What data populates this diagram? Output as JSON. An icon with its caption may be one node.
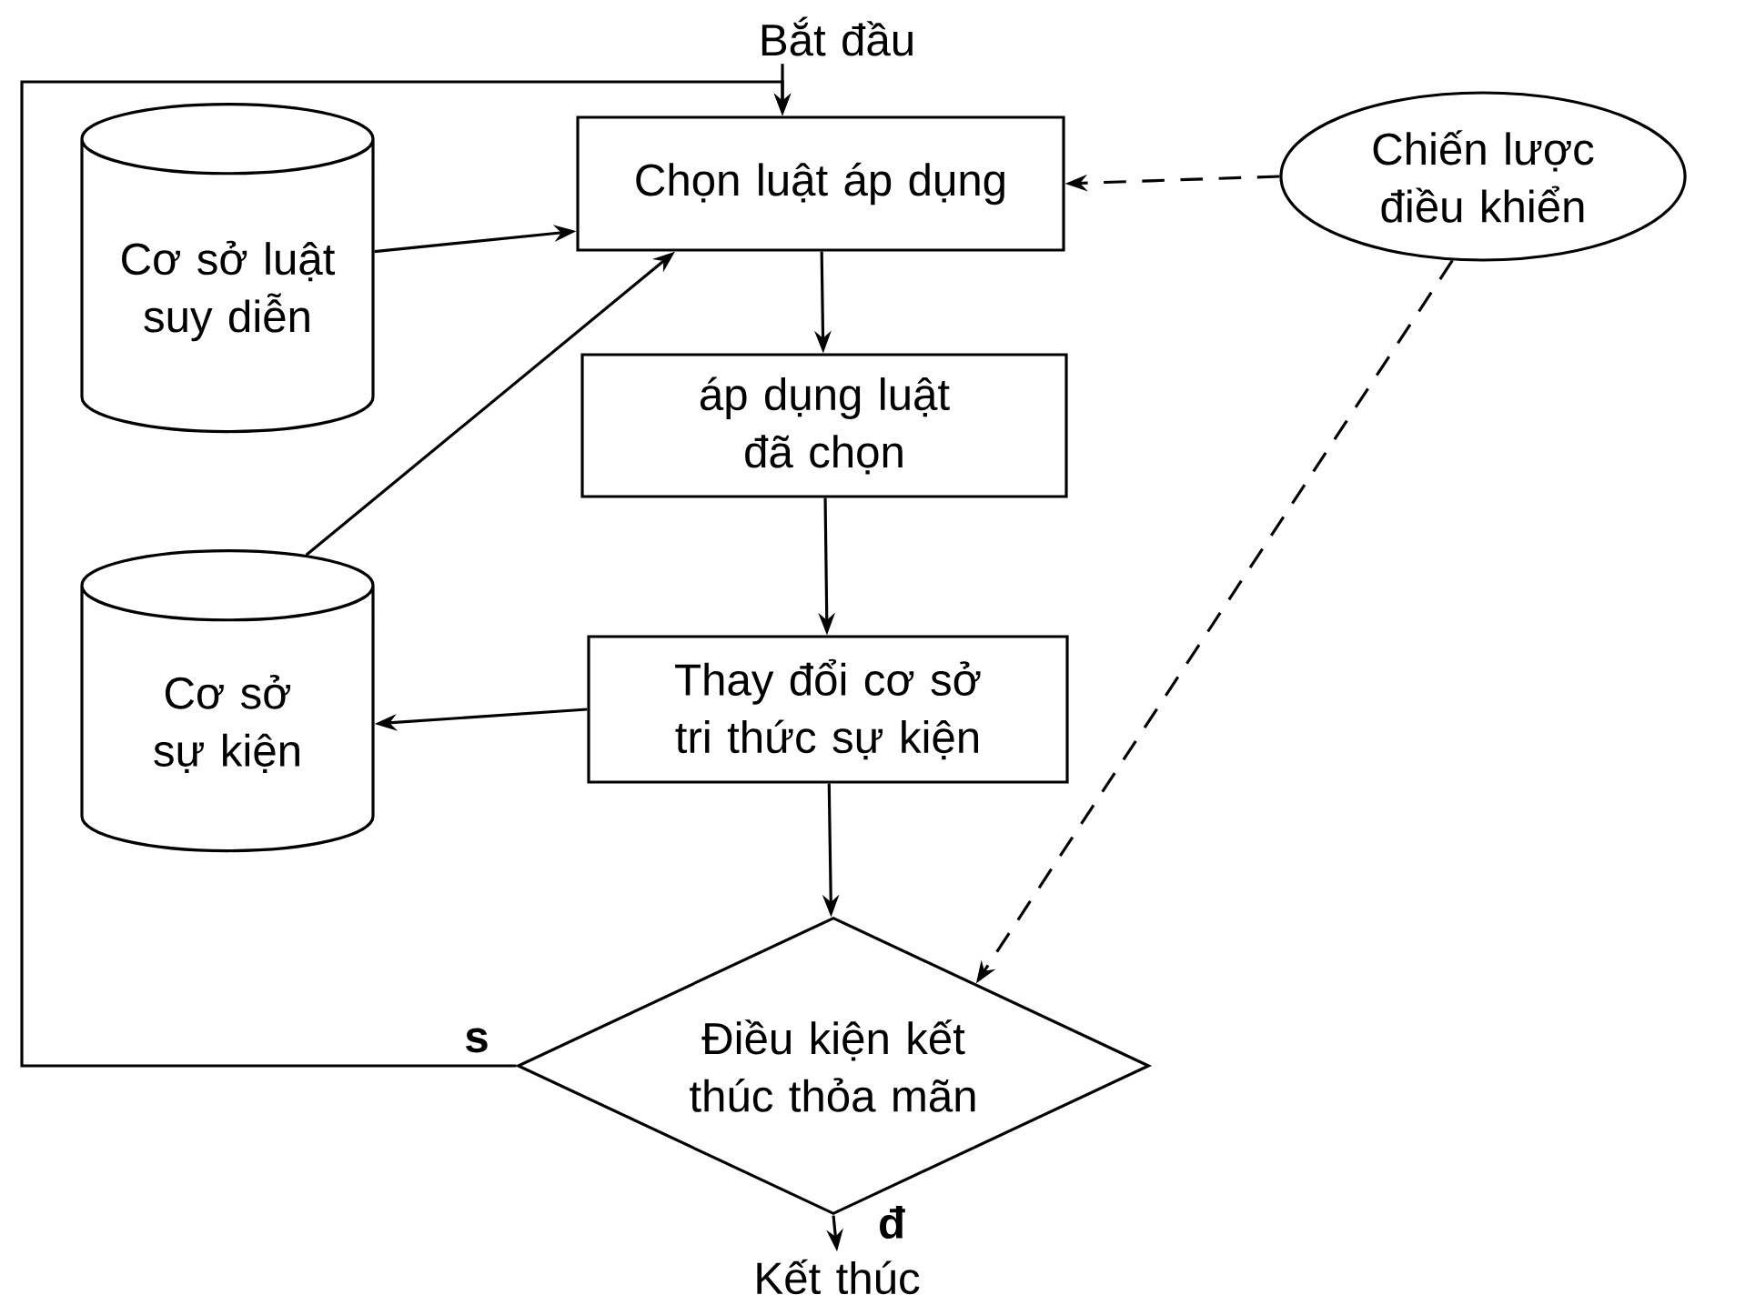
{
  "diagram": {
    "nodes": [
      {
        "text": [
          "Bắt đầu"
        ]
      },
      {
        "text": [
          "Chọn luật áp dụng"
        ]
      },
      {
        "text": [
          "Chiến lược điều khiển"
        ]
      },
      {
        "text": [
          "Cơ sở luật suy diễn"
        ]
      },
      {
        "text": [
          "áp dụng luật đã chọn"
        ]
      },
      {
        "text": [
          "Cơ sở sự kiện"
        ]
      },
      {
        "text": [
          "Thay đổi cơ sở tri thức sự kiện"
        ]
      },
      {
        "text": [
          "Điều kiện kết thúc thỏa mãn"
        ]
      },
      {
        "text": [
          "Kết thúc"
        ]
      }
    ],
    "edges": [
      {
        "from": 0,
        "to": 1,
        "arrow": "to"
      },
      {
        "from": 2,
        "to": 1,
        "arrow": "to",
        "style": "dashed"
      },
      {
        "from": 3,
        "to": 1,
        "arrow": "to"
      },
      {
        "from": 5,
        "to": 1,
        "arrow": "to"
      },
      {
        "from": 1,
        "to": 4,
        "arrow": "to"
      },
      {
        "from": 4,
        "to": 6,
        "arrow": "to"
      },
      {
        "from": 6,
        "to": 5,
        "arrow": "to"
      },
      {
        "from": 6,
        "to": 7,
        "arrow": "to"
      },
      {
        "from": 2,
        "to": 7,
        "arrow": "to",
        "style": "dashed"
      },
      {
        "from": 7,
        "to": 1,
        "arrow": "to",
        "label": "s"
      },
      {
        "from": 7,
        "to": 8,
        "arrow": "to",
        "label": "đ"
      }
    ]
  }
}
